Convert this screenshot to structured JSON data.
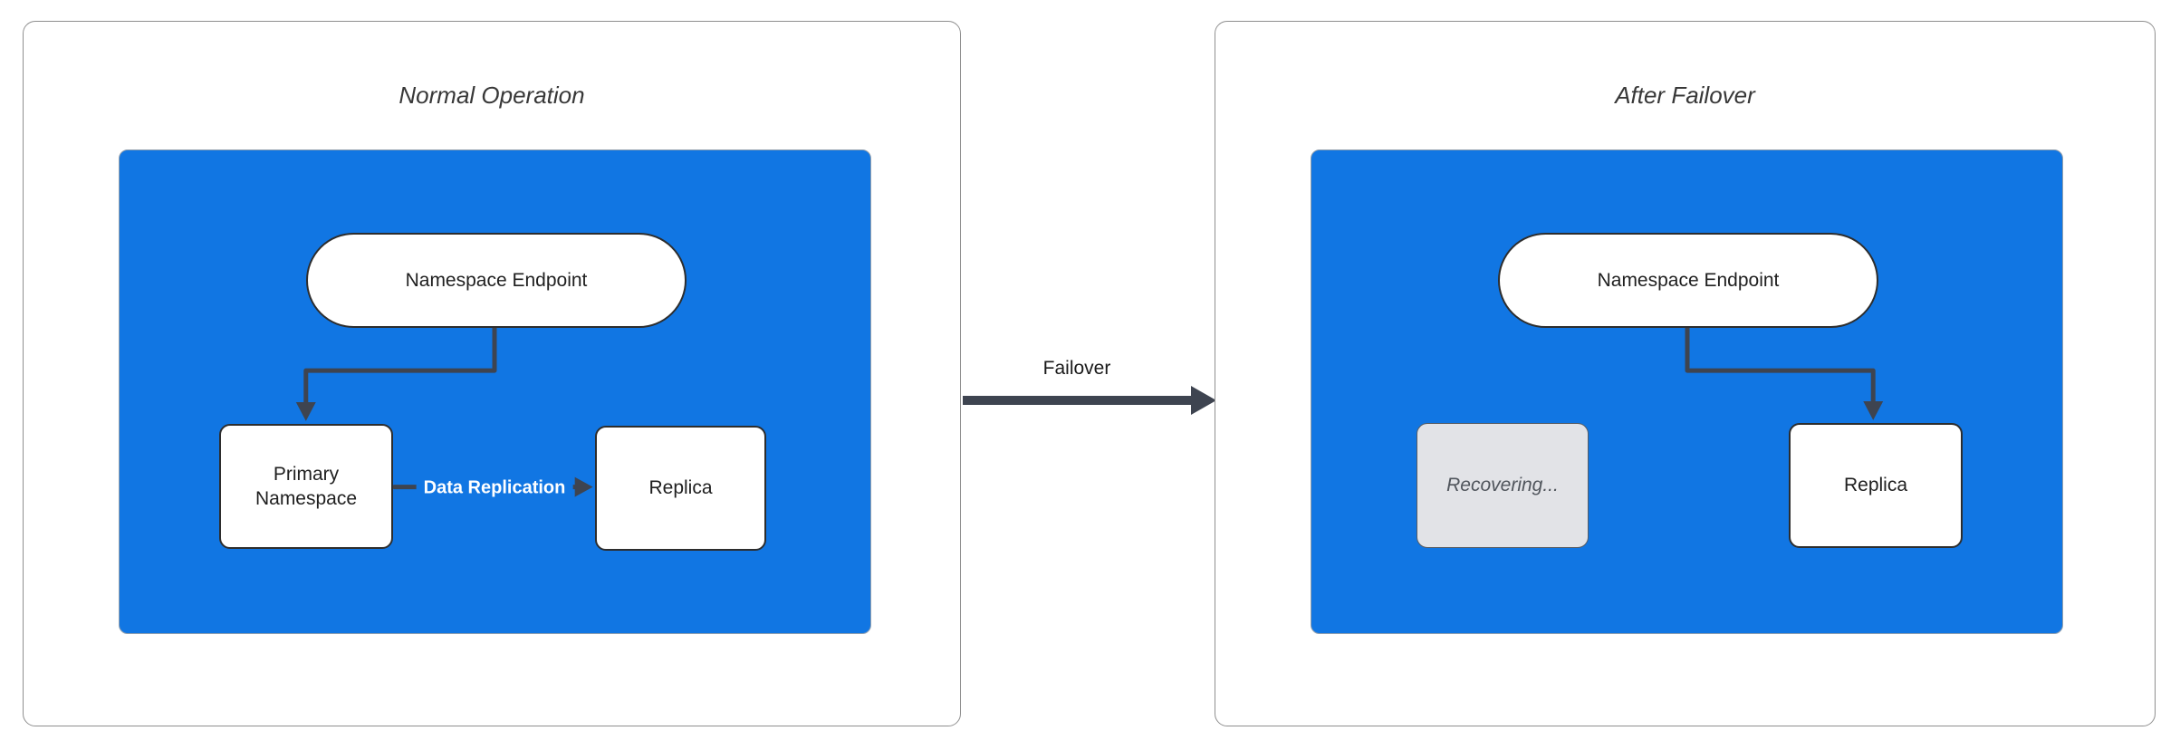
{
  "colors": {
    "cluster_blue": "#1176e3",
    "edge_dark": "#3e4450",
    "node_border": "#2d2d2d",
    "panel_border": "#8f8f8f",
    "node_fill": "#ffffff",
    "recovering_fill": "#e2e3e7",
    "recovering_text": "#50555c",
    "edge_label_text": "#ffffff"
  },
  "panels": [
    {
      "title": "Normal Operation",
      "nodes": {
        "endpoint": "Namespace Endpoint",
        "primary": "Primary Namespace",
        "replica": "Replica"
      },
      "edge_label": "Data Replication"
    },
    {
      "title": "After Failover",
      "nodes": {
        "endpoint": "Namespace Endpoint",
        "recovering": "Recovering...",
        "replica": "Replica"
      }
    }
  ],
  "failover": {
    "label": "Failover"
  }
}
